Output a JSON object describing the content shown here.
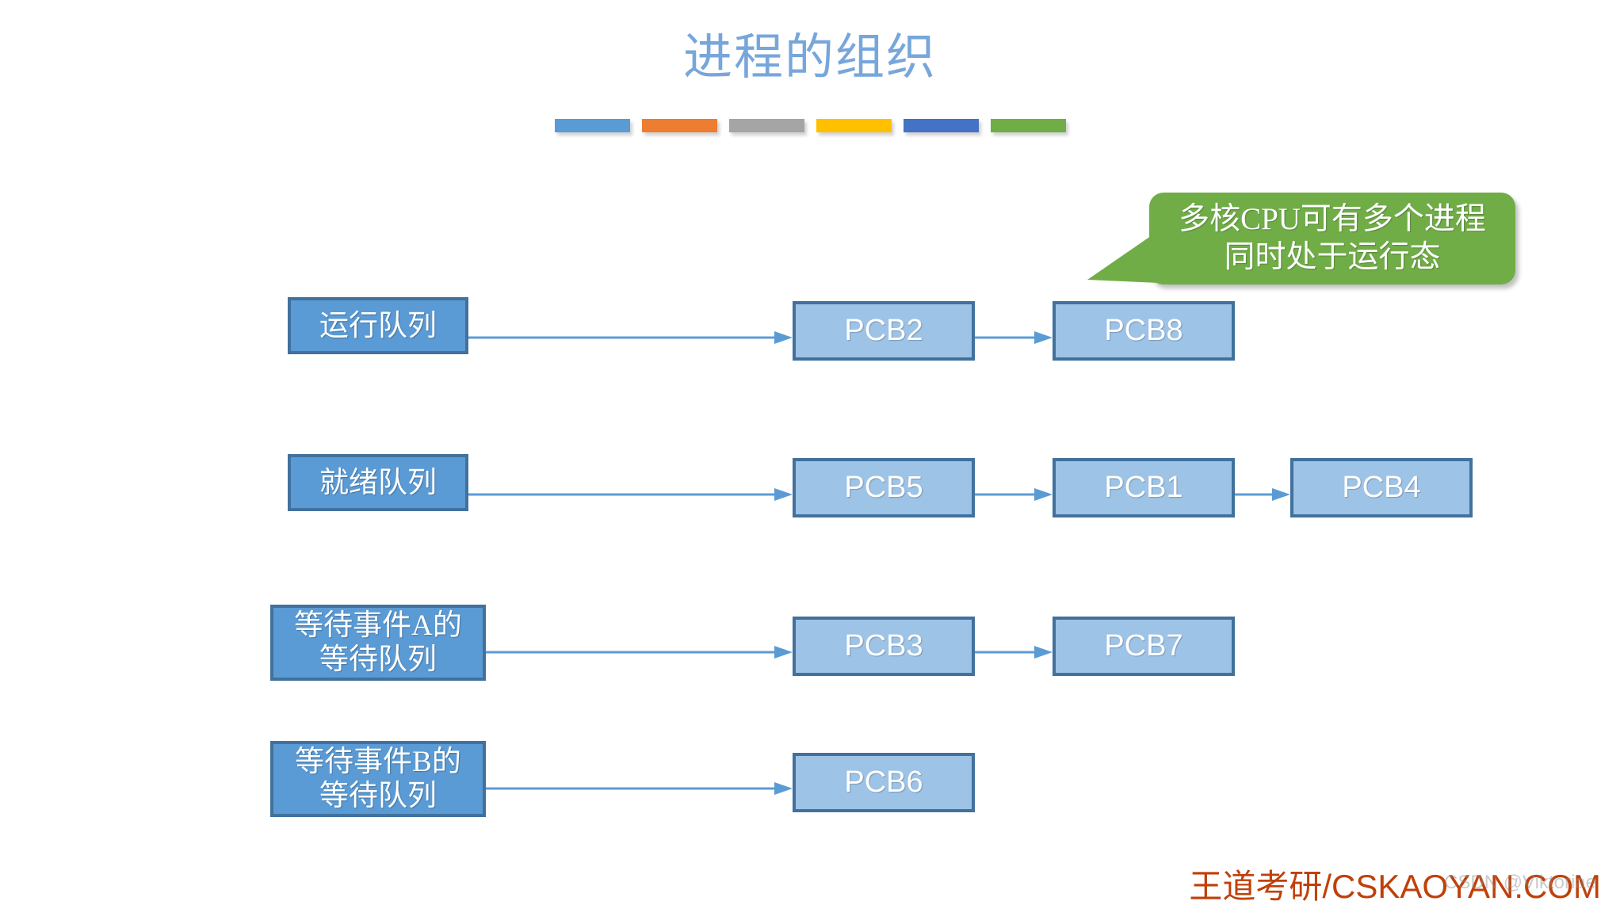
{
  "slide": {
    "title": "进程的组织",
    "title_color": "#77A6DB",
    "background": "#ffffff"
  },
  "color_bars": [
    {
      "name": "bar-blue",
      "color": "#5B9BD5"
    },
    {
      "name": "bar-orange",
      "color": "#ED7D31"
    },
    {
      "name": "bar-gray",
      "color": "#A5A5A5"
    },
    {
      "name": "bar-yellow",
      "color": "#FFC000"
    },
    {
      "name": "bar-darkblue",
      "color": "#4472C4"
    },
    {
      "name": "bar-green",
      "color": "#70AD47"
    }
  ],
  "callout": {
    "line1": "多核CPU可有多个进程",
    "line2": "同时处于运行态",
    "fill": "#70AD47",
    "text_color": "#ffffff"
  },
  "palette": {
    "queue_fill": "#5B9BD5",
    "queue_border": "#41719C",
    "pcb_fill": "#9DC3E6",
    "pcb_border": "#41719C",
    "arrow": "#5B9BD5"
  },
  "rows": [
    {
      "id": "running-queue",
      "queue_label_line1": "运行队列",
      "queue_label_line2": "",
      "pcbs": [
        "PCB2",
        "PCB8"
      ]
    },
    {
      "id": "ready-queue",
      "queue_label_line1": "就绪队列",
      "queue_label_line2": "",
      "pcbs": [
        "PCB5",
        "PCB1",
        "PCB4"
      ]
    },
    {
      "id": "wait-event-a-queue",
      "queue_label_line1": "等待事件A的",
      "queue_label_line2": "等待队列",
      "pcbs": [
        "PCB3",
        "PCB7"
      ]
    },
    {
      "id": "wait-event-b-queue",
      "queue_label_line1": "等待事件B的",
      "queue_label_line2": "等待队列",
      "pcbs": [
        "PCB6"
      ]
    }
  ],
  "footer": {
    "brand": "王道考研/CSKAOYAN.COM",
    "brand_color": "#C0400A",
    "watermark": "CSDN @Viktoriae"
  }
}
